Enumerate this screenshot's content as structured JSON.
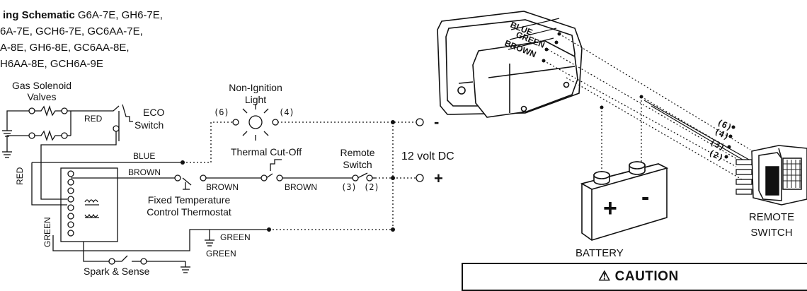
{
  "title": {
    "bold": "ing Schematic",
    "line1": " G6A-7E, GH6-7E,",
    "line2": "6A-7E, GCH6-7E, GC6AA-7E,",
    "line3": "A-8E, GH6-8E, GC6AA-8E,",
    "line4": "H6AA-8E, GCH6A-9E"
  },
  "schematic": {
    "gas_solenoid": [
      "Gas Solenoid",
      "Valves"
    ],
    "eco_switch": [
      "ECO",
      "Switch"
    ],
    "non_ignition_light": [
      "Non-Ignition",
      "Light"
    ],
    "pin_6": "(6)",
    "pin_4": "(4)",
    "pin_3": "(3)",
    "pin_2": "(2)",
    "thermal_cutoff": "Thermal Cut-Off",
    "remote_switch": [
      "Remote",
      "Switch"
    ],
    "voltage": "12 volt DC",
    "minus": "-",
    "plus": "+",
    "fixed_temp": [
      "Fixed Temperature",
      "Control Thermostat"
    ],
    "spark_sense": "Spark & Sense",
    "wires": {
      "red": "RED",
      "red_vertical": "RED",
      "blue": "BLUE",
      "brown": "BROWN",
      "brown_2": "BROWN",
      "brown_3": "BROWN",
      "green": "GREEN",
      "green_2": "GREEN",
      "green_vertical": "GREEN"
    }
  },
  "illustration": {
    "control_wires": [
      "BLUE",
      "GREEN",
      "BROWN"
    ],
    "pins": [
      "(6)",
      "(4)",
      "(3)",
      "(2)"
    ],
    "battery_label": "BATTERY",
    "battery_plus": "+",
    "battery_minus": "-",
    "remote_switch": [
      "REMOTE",
      "SWITCH"
    ]
  },
  "caution": {
    "icon": "warning-triangle-icon",
    "label": "CAUTION"
  }
}
